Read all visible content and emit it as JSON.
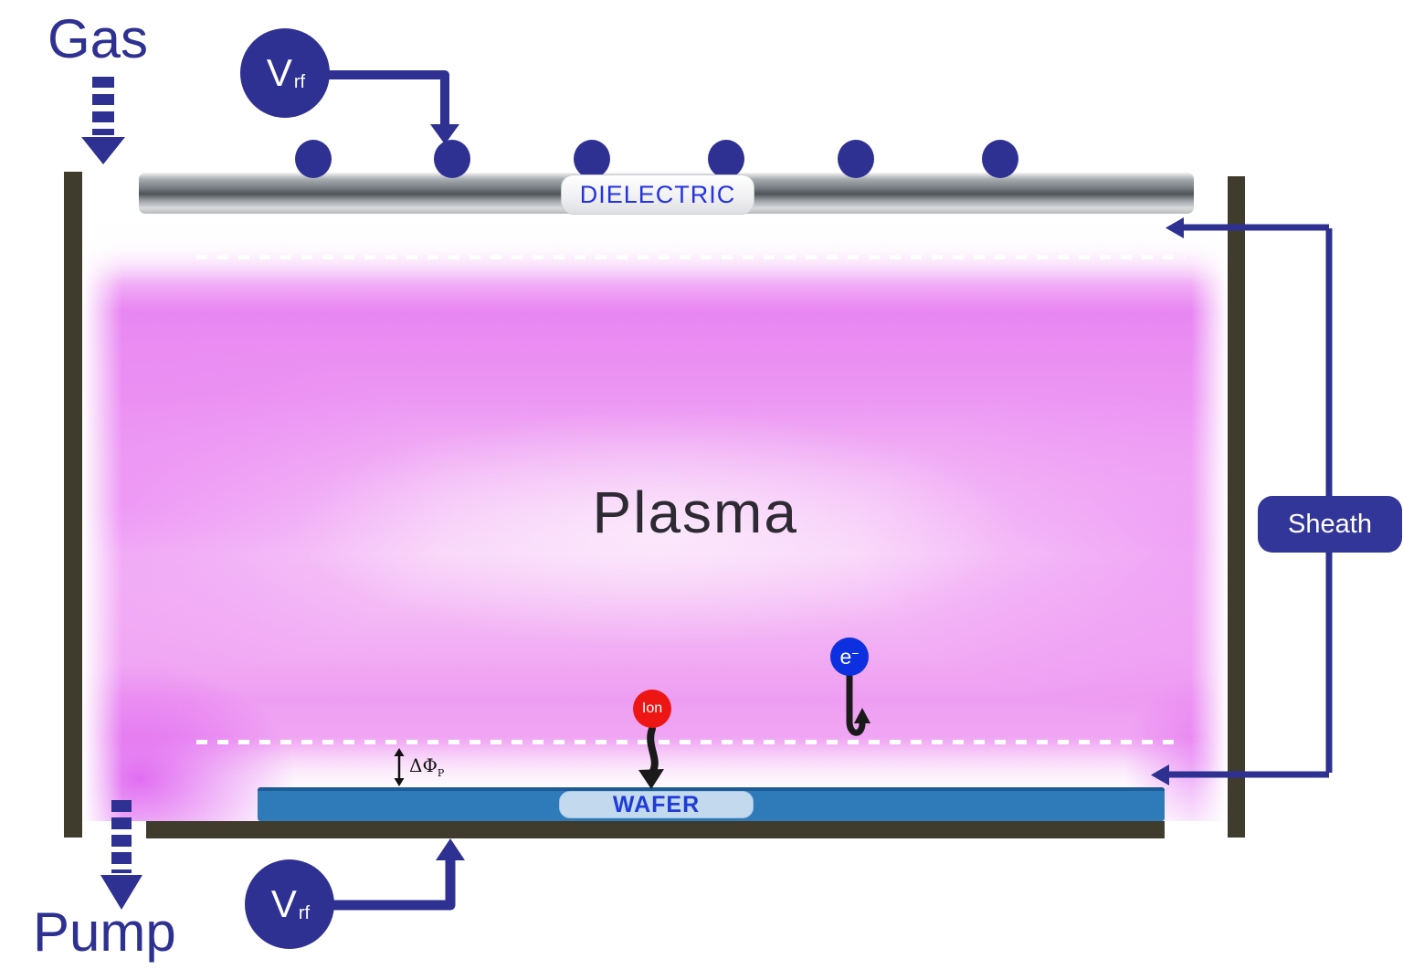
{
  "labels": {
    "gas": "Gas",
    "pump": "Pump",
    "plasma": "Plasma",
    "dielectric": "DIELECTRIC",
    "wafer": "WAFER",
    "sheath": "Sheath"
  },
  "rf_source": {
    "symbol": "V",
    "subscript": "rf"
  },
  "particles": {
    "ion": {
      "label": "Ion",
      "color": "#ee1515"
    },
    "electron": {
      "symbol": "e",
      "superscript": "−",
      "color": "#0c2fe0"
    }
  },
  "annotations": {
    "sheath_potential": {
      "symbol": "ΔΦ",
      "subscript": "P"
    }
  },
  "coil_count": 6,
  "colors": {
    "indigo_accent": "#2e3192",
    "chamber_wall": "#3f3b2d",
    "plasma_magenta": "#e886f2",
    "electrode_blue": "#2f7ab9",
    "wafer_pill_bg": "#c3d9ee",
    "dielectric_text_blue": "#2433dd",
    "wafer_text_blue": "#1e3cd8",
    "ion_red": "#ee1515",
    "electron_blue": "#0c2fe0",
    "sheath_box": "#333699"
  }
}
